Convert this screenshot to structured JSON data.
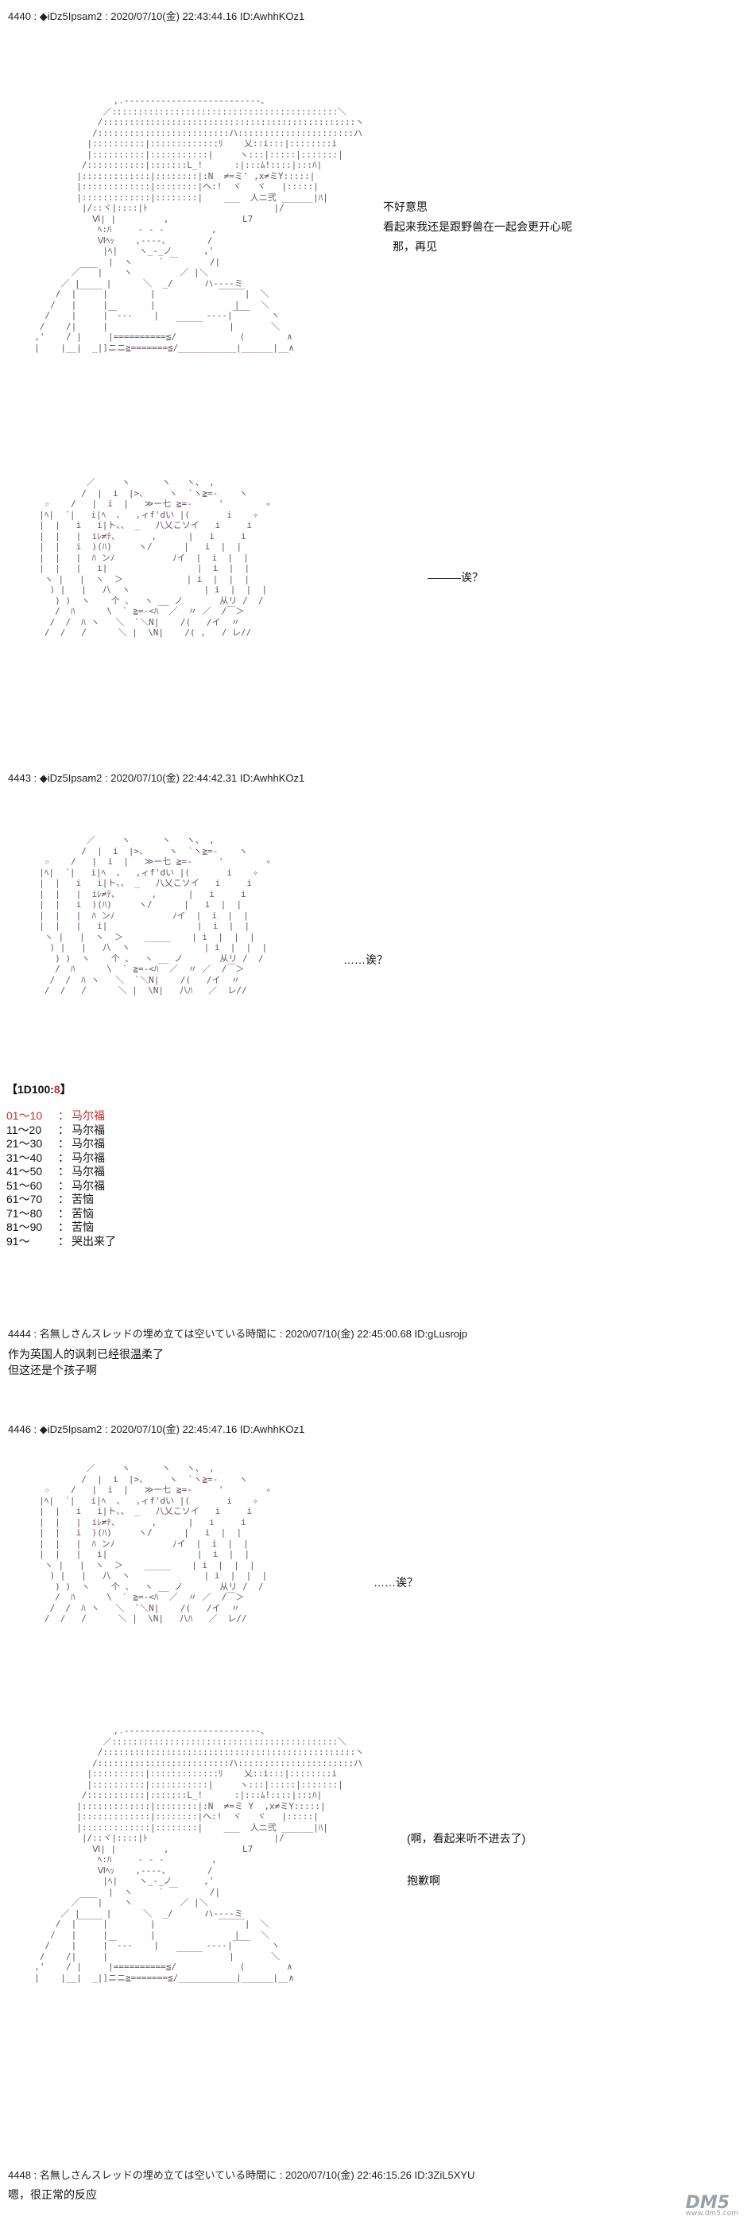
{
  "posts": [
    {
      "header": "4440 : ◆iDz5Ipsam2 : 2020/07/10(金) 22:43:44.16 ID:AwhhKOz1",
      "dialogue": [
        "不好意思",
        "看起来我还是跟野兽在一起会更开心呢",
        "那，再见"
      ],
      "dialogue2": [
        "———诶？"
      ]
    },
    {
      "header": "4443 : ◆iDz5Ipsam2 : 2020/07/10(金) 22:44:42.31 ID:AwhhKOz1",
      "dialogue": [
        "……诶？"
      ],
      "dice": {
        "title_prefix": "【1D100:",
        "title_roll": "8",
        "title_suffix": "】",
        "rows": [
          {
            "range": "01～10",
            "sep": "：",
            "result": "马尔福",
            "hit": true
          },
          {
            "range": "11～20",
            "sep": "：",
            "result": "马尔福",
            "hit": false
          },
          {
            "range": "21～30",
            "sep": "：",
            "result": "马尔福",
            "hit": false
          },
          {
            "range": "31～40",
            "sep": "：",
            "result": "马尔福",
            "hit": false
          },
          {
            "range": "41～50",
            "sep": "：",
            "result": "马尔福",
            "hit": false
          },
          {
            "range": "51～60",
            "sep": "：",
            "result": "马尔福",
            "hit": false
          },
          {
            "range": "61～70",
            "sep": "：",
            "result": "苦恼",
            "hit": false
          },
          {
            "range": "71～80",
            "sep": "：",
            "result": "苦恼",
            "hit": false
          },
          {
            "range": "81～90",
            "sep": "：",
            "result": "苦恼",
            "hit": false
          },
          {
            "range": "91～",
            "sep": "：",
            "result": "哭出来了",
            "hit": false
          }
        ]
      }
    },
    {
      "header": "4444 : 名無しさんスレッドの埋め立ては空いている時間に : 2020/07/10(金) 22:45:00.68 ID:gLusrojp",
      "body": [
        "作为英国人的讽刺已经很温柔了",
        "但这还是个孩子啊"
      ]
    },
    {
      "header": "4446 : ◆iDz5Ipsam2 : 2020/07/10(金) 22:45:47.16 ID:AwhhKOz1",
      "dialogue": [
        "……诶？"
      ],
      "dialogue2": [
        "(啊，看起来听不进去了)",
        "抱歉啊"
      ]
    },
    {
      "header": "4448 : 名無しさんスレッドの埋め立ては空いている時間に : 2020/07/10(金) 22:46:15.26 ID:3ZiL5XYU",
      "body": [
        "嗯，很正常的反应"
      ]
    }
  ],
  "watermark": {
    "main": "DM5",
    "sub": "www.dm5.com"
  },
  "colors": {
    "ascii_art": "#6b4f67",
    "dice_hit": "#cc2a2a",
    "text": "#111111"
  }
}
